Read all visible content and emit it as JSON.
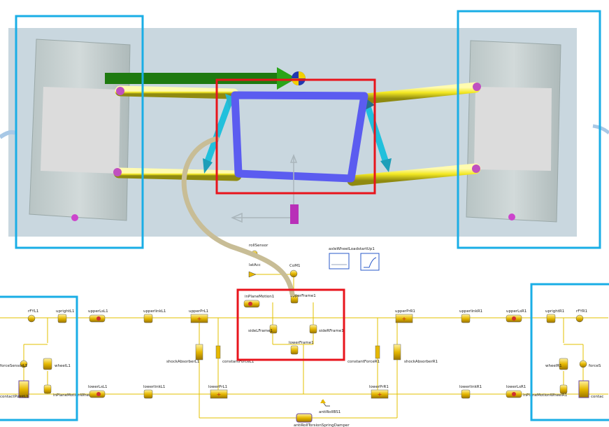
{
  "labels": {
    "rollSensor": "rollSensor",
    "latAcc": "latAcc",
    "CoM": "CoM1",
    "axleWheelLoad": "axleWheelLoad",
    "startUp": "startUp1",
    "inPlaneMotion": "inPlaneMotion1",
    "upperFrame": "upperFrame1",
    "sideLFrame": "sideLFrame1",
    "sideRFrame": "sideRFrame1",
    "lowerFrame": "lowerFrame1",
    "rFYL": "rFYL1",
    "uprightL": "uprightL1",
    "upperLsL": "upperLsL1",
    "upperlinkL": "upperlinkL1",
    "upperPrL": "upperPrL1",
    "upperPrR": "upperPrR1",
    "upperlinkR": "upperlinkR1",
    "upperLsR": "upperLsR1",
    "uprightR": "uprightR1",
    "rFYR": "rFYR1",
    "shockAbsorberL": "shockAbsorberL1",
    "constantForceL": "constantForceL1",
    "constantForceR": "constantForceR1",
    "shockAbsorberR": "shockAbsorberR1",
    "forceSensorL": "forceSensorL1",
    "wheelL": "wheelL1",
    "wheelR": "wheelR1",
    "forceSensorR": "forceS",
    "contactPointL": "contactPointL1",
    "inPlaneMotionWheelL": "inPlaneMotionWheelL1",
    "lowerLsL": "lowerLsL1",
    "lowerlinkL": "lowerlinkL1",
    "lowerPrL": "lowerPrL1",
    "lowerPrR": "lowerPrR1",
    "lowerlinkR": "lowerlinkR1",
    "lowerLsR": "lowerLsR1",
    "inPlaneMotionWheelR": "inPlaneMotionWheelR1",
    "contactPointR": "contac",
    "antiRollBar": "antiRollBS1",
    "antiRollTorsionSpringDamper": "antiRollTorsionSpringDamper"
  },
  "colors": {
    "highlight_blue": "#1aaee6",
    "highlight_red": "#e8141c",
    "link_yellow": "#f5ec24",
    "frame_blue": "#5b5cf0",
    "arrow_green": "#1e7a10",
    "arrow_cyan": "#21c0dc",
    "connector_tan": "#c8bd96",
    "scene_bg": "#c9d7df",
    "wire": "#e3c200"
  }
}
